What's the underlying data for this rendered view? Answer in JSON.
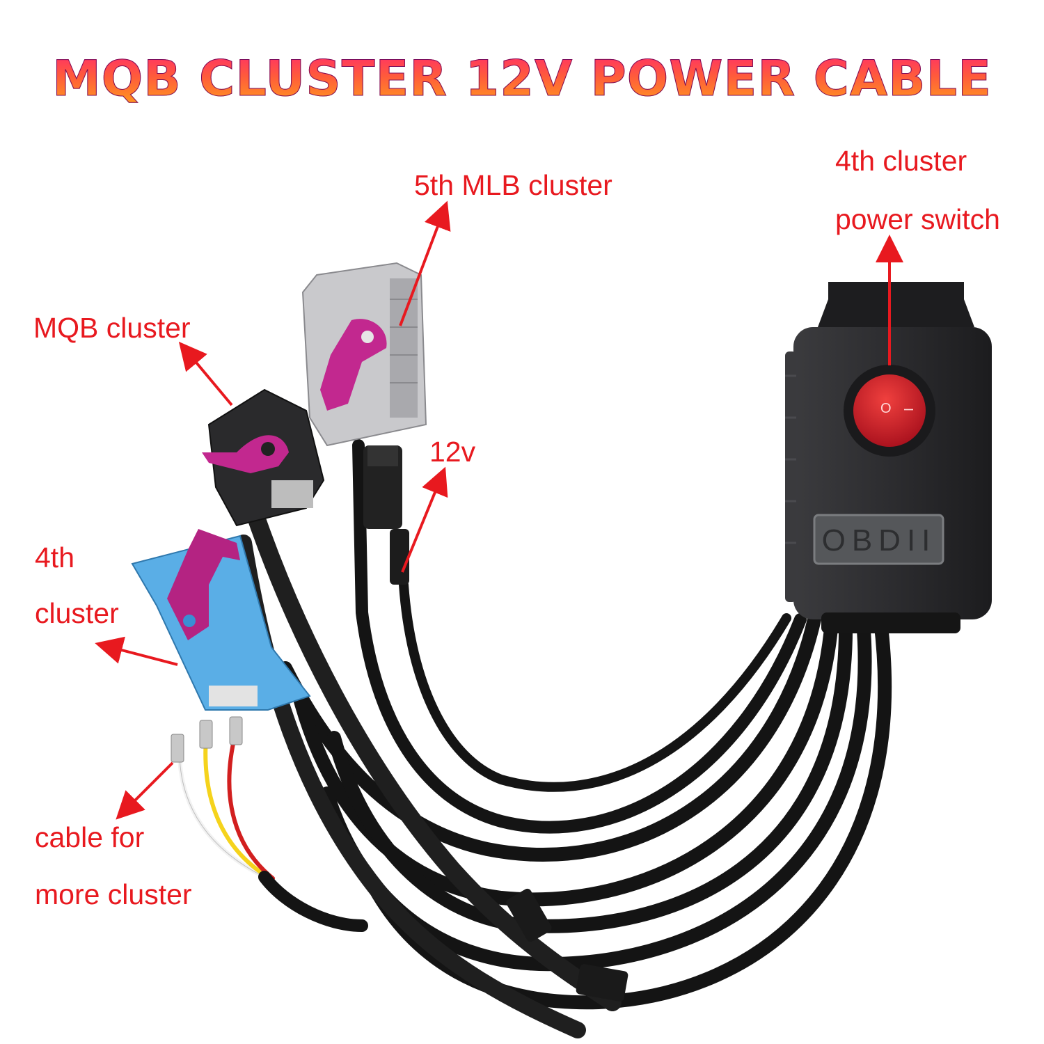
{
  "title": "MQB CLUSTER 12V POWER CABLE",
  "labels": {
    "mlb5": "5th MLB cluster",
    "switch_line1": "4th cluster",
    "switch_line2": "power switch",
    "mqb": "MQB cluster",
    "v12": "12v",
    "c4_line1": "4th",
    "c4_line2": "cluster",
    "more_line1": "cable for",
    "more_line2": "more cluster"
  },
  "device": {
    "plate_text": "OBDII",
    "switch_on": "I",
    "switch_off": "O"
  },
  "colors": {
    "annotation": "#e8191f",
    "cable": "#141414",
    "connector_gray": "#c9c9cc",
    "connector_black": "#2a2a2c",
    "connector_blue": "#5aaee6",
    "latch_magenta": "#c2288f",
    "switch_red": "#d7182a"
  }
}
